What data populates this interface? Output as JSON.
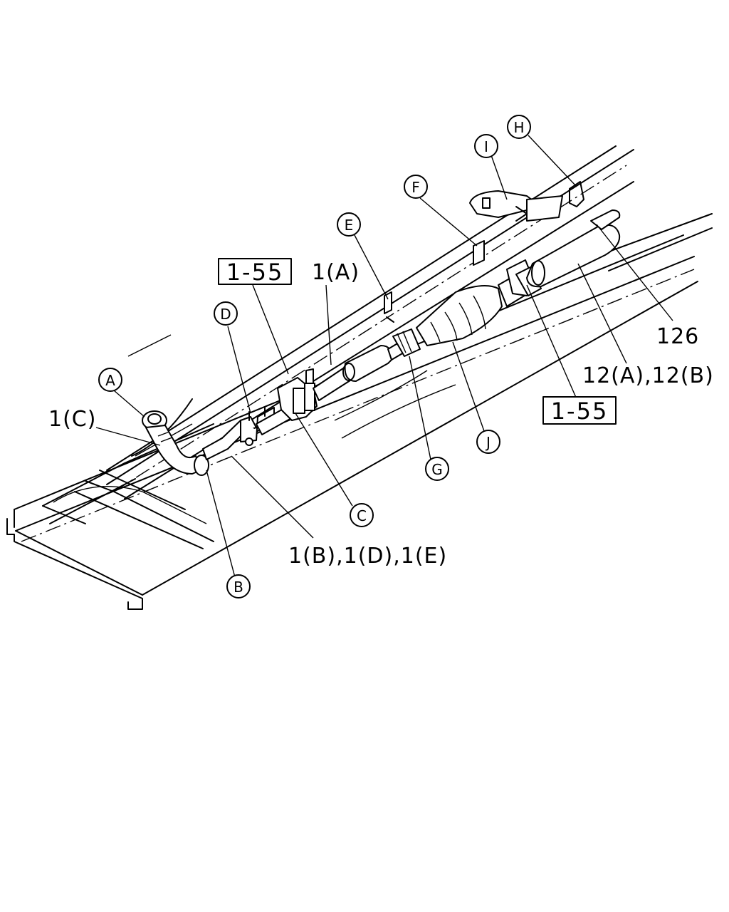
{
  "callouts": {
    "A": "A",
    "B": "B",
    "C": "C",
    "D": "D",
    "E": "E",
    "F": "F",
    "G": "G",
    "H": "H",
    "I": "I",
    "J": "J"
  },
  "part_labels": {
    "p1a": "1(A)",
    "p1c": "1(C)",
    "p1bde": "1(B),1(D),1(E)",
    "p12ab": "12(A),12(B)",
    "p126": "126"
  },
  "ref_boxes": {
    "left": "1-55",
    "right": "1-55"
  }
}
